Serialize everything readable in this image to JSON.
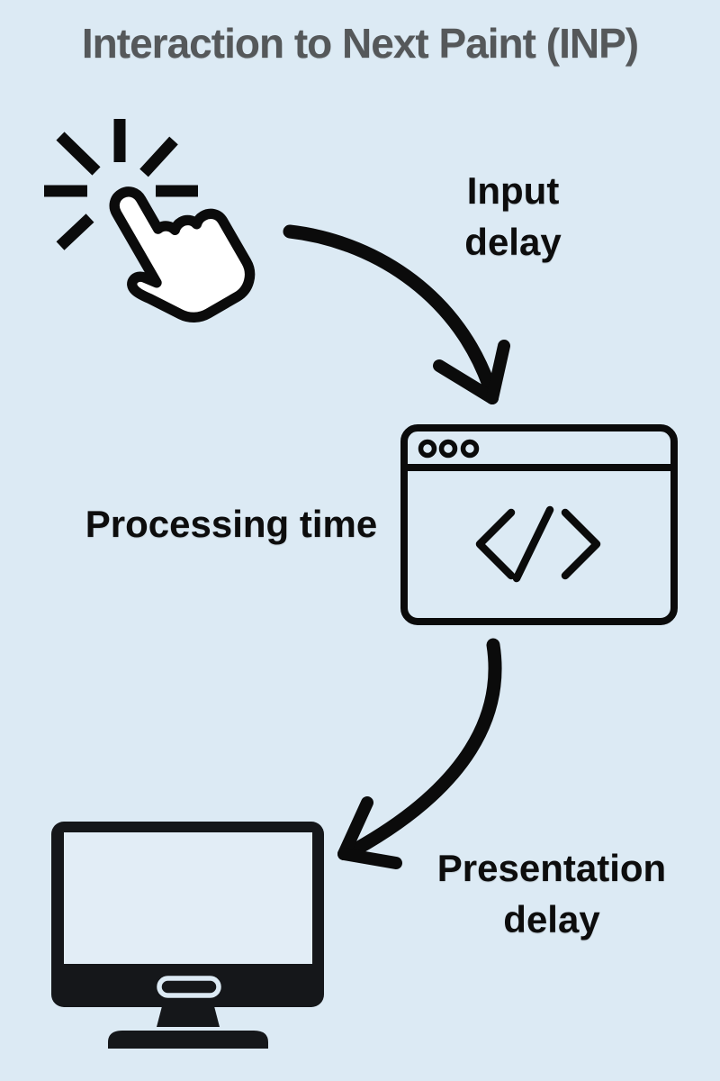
{
  "title": "Interaction to Next Paint (INP)",
  "colors": {
    "background": "#dceaf4",
    "title_text": "#55585a",
    "label_text": "#0d0d0d",
    "icon_stroke": "#0b0b0b",
    "monitor_fill": "#15171a",
    "hand_fill": "#ffffff",
    "screen_fill": "#e2edf6"
  },
  "steps": [
    {
      "icon": "click-cursor-icon",
      "label": {
        "line1": "Input",
        "line2": "delay"
      }
    },
    {
      "icon": "browser-code-window-icon",
      "label": "Processing time"
    },
    {
      "icon": "monitor-icon",
      "label": {
        "line1": "Presentation",
        "line2": "delay"
      }
    }
  ]
}
